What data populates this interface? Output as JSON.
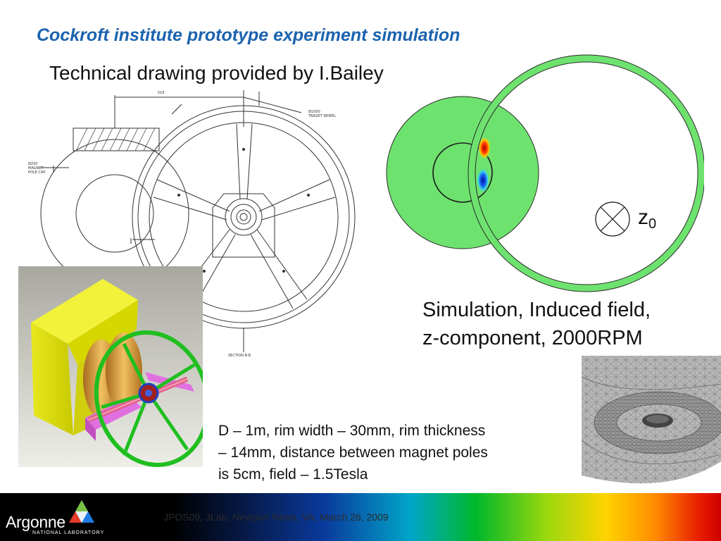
{
  "slide": {
    "title": "Cockroft institute prototype experiment simulation",
    "drawing_caption": "Technical drawing provided by I.Bailey",
    "simulation_caption_line1": "Simulation, Induced field,",
    "simulation_caption_line2": "z-component, 2000RPM",
    "z_label": "z",
    "z_subscript": "0",
    "specs_line1": "D – 1m, rim width – 30mm, rim thickness",
    "specs_line2": "– 14mm, distance between magnet poles",
    "specs_line3": "is 5cm, field – 1.5Tesla"
  },
  "footer": {
    "logo_name": "Argonne",
    "logo_subtitle": "NATIONAL LABORATORY",
    "conference": "JPOS09, JLab, Newport News, VA,  March 26, 2009"
  },
  "colors": {
    "title": "#1c63ae",
    "field_green": "#6ee26e",
    "field_positive": "#d81a00",
    "field_negative": "#1440d8"
  }
}
